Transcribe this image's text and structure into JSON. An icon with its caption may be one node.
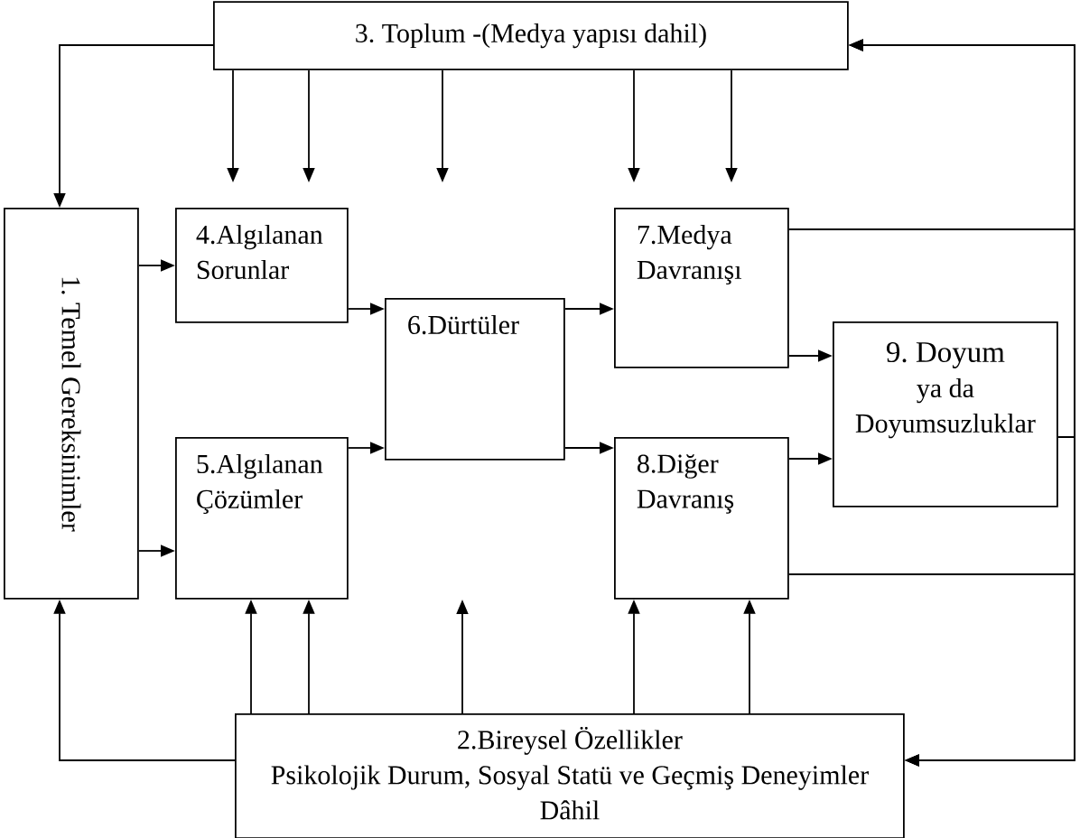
{
  "diagram": {
    "nodes": [
      {
        "text": [
          "3. Toplum -(Medya yapısı dahil)"
        ]
      },
      {
        "text": [
          "1. Temel Gereksinimler"
        ]
      },
      {
        "text": [
          "4.Algılanan Sorunlar"
        ]
      },
      {
        "text": [
          "7.Medya Davranışı"
        ]
      },
      {
        "text": [
          "6.Dürtüler"
        ]
      },
      {
        "text": [
          "9. Doyum",
          "ya da Doyumsuzluklar"
        ]
      },
      {
        "text": [
          "5.Algılanan Çözümler"
        ]
      },
      {
        "text": [
          "8.Diğer Davranış"
        ]
      },
      {
        "text": [
          "2.Bireysel Özellikler",
          "Psikolojik Durum, Sosyal Statü ve Geçmiş Deneyimler Dâhil"
        ]
      }
    ],
    "edges": [
      {
        "from": 0,
        "to": 1,
        "arrow": "to"
      },
      {
        "from": 0,
        "to": null,
        "arrow": "to"
      },
      {
        "from": 0,
        "to": null,
        "arrow": "to"
      },
      {
        "from": 0,
        "to": null,
        "arrow": "to"
      },
      {
        "from": 0,
        "to": null,
        "arrow": "to"
      },
      {
        "from": 0,
        "to": null,
        "arrow": "to"
      },
      {
        "from": 1,
        "to": 2,
        "arrow": "to"
      },
      {
        "from": 1,
        "to": 6,
        "arrow": "to"
      },
      {
        "from": 2,
        "to": 4,
        "arrow": "to"
      },
      {
        "from": 6,
        "to": 4,
        "arrow": "to"
      },
      {
        "from": 4,
        "to": 3,
        "arrow": "to"
      },
      {
        "from": 4,
        "to": 7,
        "arrow": "to"
      },
      {
        "from": 3,
        "to": 5,
        "arrow": "to"
      },
      {
        "from": 7,
        "to": 5,
        "arrow": "to"
      },
      {
        "from": 3,
        "to": 0,
        "arrow": "to"
      },
      {
        "from": 5,
        "to": 0,
        "arrow": "to"
      },
      {
        "from": 7,
        "to": 0,
        "arrow": "to"
      },
      {
        "from": 3,
        "to": 8,
        "arrow": "to"
      },
      {
        "from": 5,
        "to": 8,
        "arrow": "to"
      },
      {
        "from": 7,
        "to": 8,
        "arrow": "to"
      },
      {
        "from": 8,
        "to": 1,
        "arrow": "to"
      },
      {
        "from": 8,
        "to": 6,
        "arrow": "to"
      },
      {
        "from": 8,
        "to": 6,
        "arrow": "to"
      },
      {
        "from": 8,
        "to": null,
        "arrow": "to"
      },
      {
        "from": 8,
        "to": 7,
        "arrow": "to"
      },
      {
        "from": 8,
        "to": 7,
        "arrow": "to"
      }
    ]
  }
}
